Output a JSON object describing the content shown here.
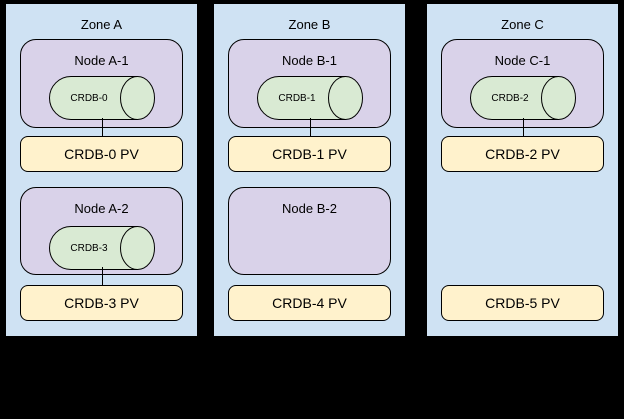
{
  "colors": {
    "background": "#000000",
    "zone_fill": "#cfe2f3",
    "node_fill": "#d9d2e9",
    "cylinder_fill": "#d9ead3",
    "pv_fill": "#fff2cc",
    "border": "#000000"
  },
  "zones": [
    {
      "label": "Zone A",
      "groups": [
        {
          "node": "Node A-1",
          "cylinder": "CRDB-0",
          "pv": "CRDB-0 PV",
          "connected": true
        },
        {
          "node": "Node A-2",
          "cylinder": "CRDB-3",
          "pv": "CRDB-3 PV",
          "connected": true
        }
      ]
    },
    {
      "label": "Zone B",
      "groups": [
        {
          "node": "Node B-1",
          "cylinder": "CRDB-1",
          "pv": "CRDB-1 PV",
          "connected": true
        },
        {
          "node": "Node B-2",
          "cylinder": null,
          "pv": "CRDB-4 PV",
          "connected": false
        }
      ]
    },
    {
      "label": "Zone C",
      "groups": [
        {
          "node": "Node C-1",
          "cylinder": "CRDB-2",
          "pv": "CRDB-2 PV",
          "connected": true
        },
        {
          "node": null,
          "cylinder": null,
          "pv": "CRDB-5 PV",
          "connected": false
        }
      ]
    }
  ]
}
